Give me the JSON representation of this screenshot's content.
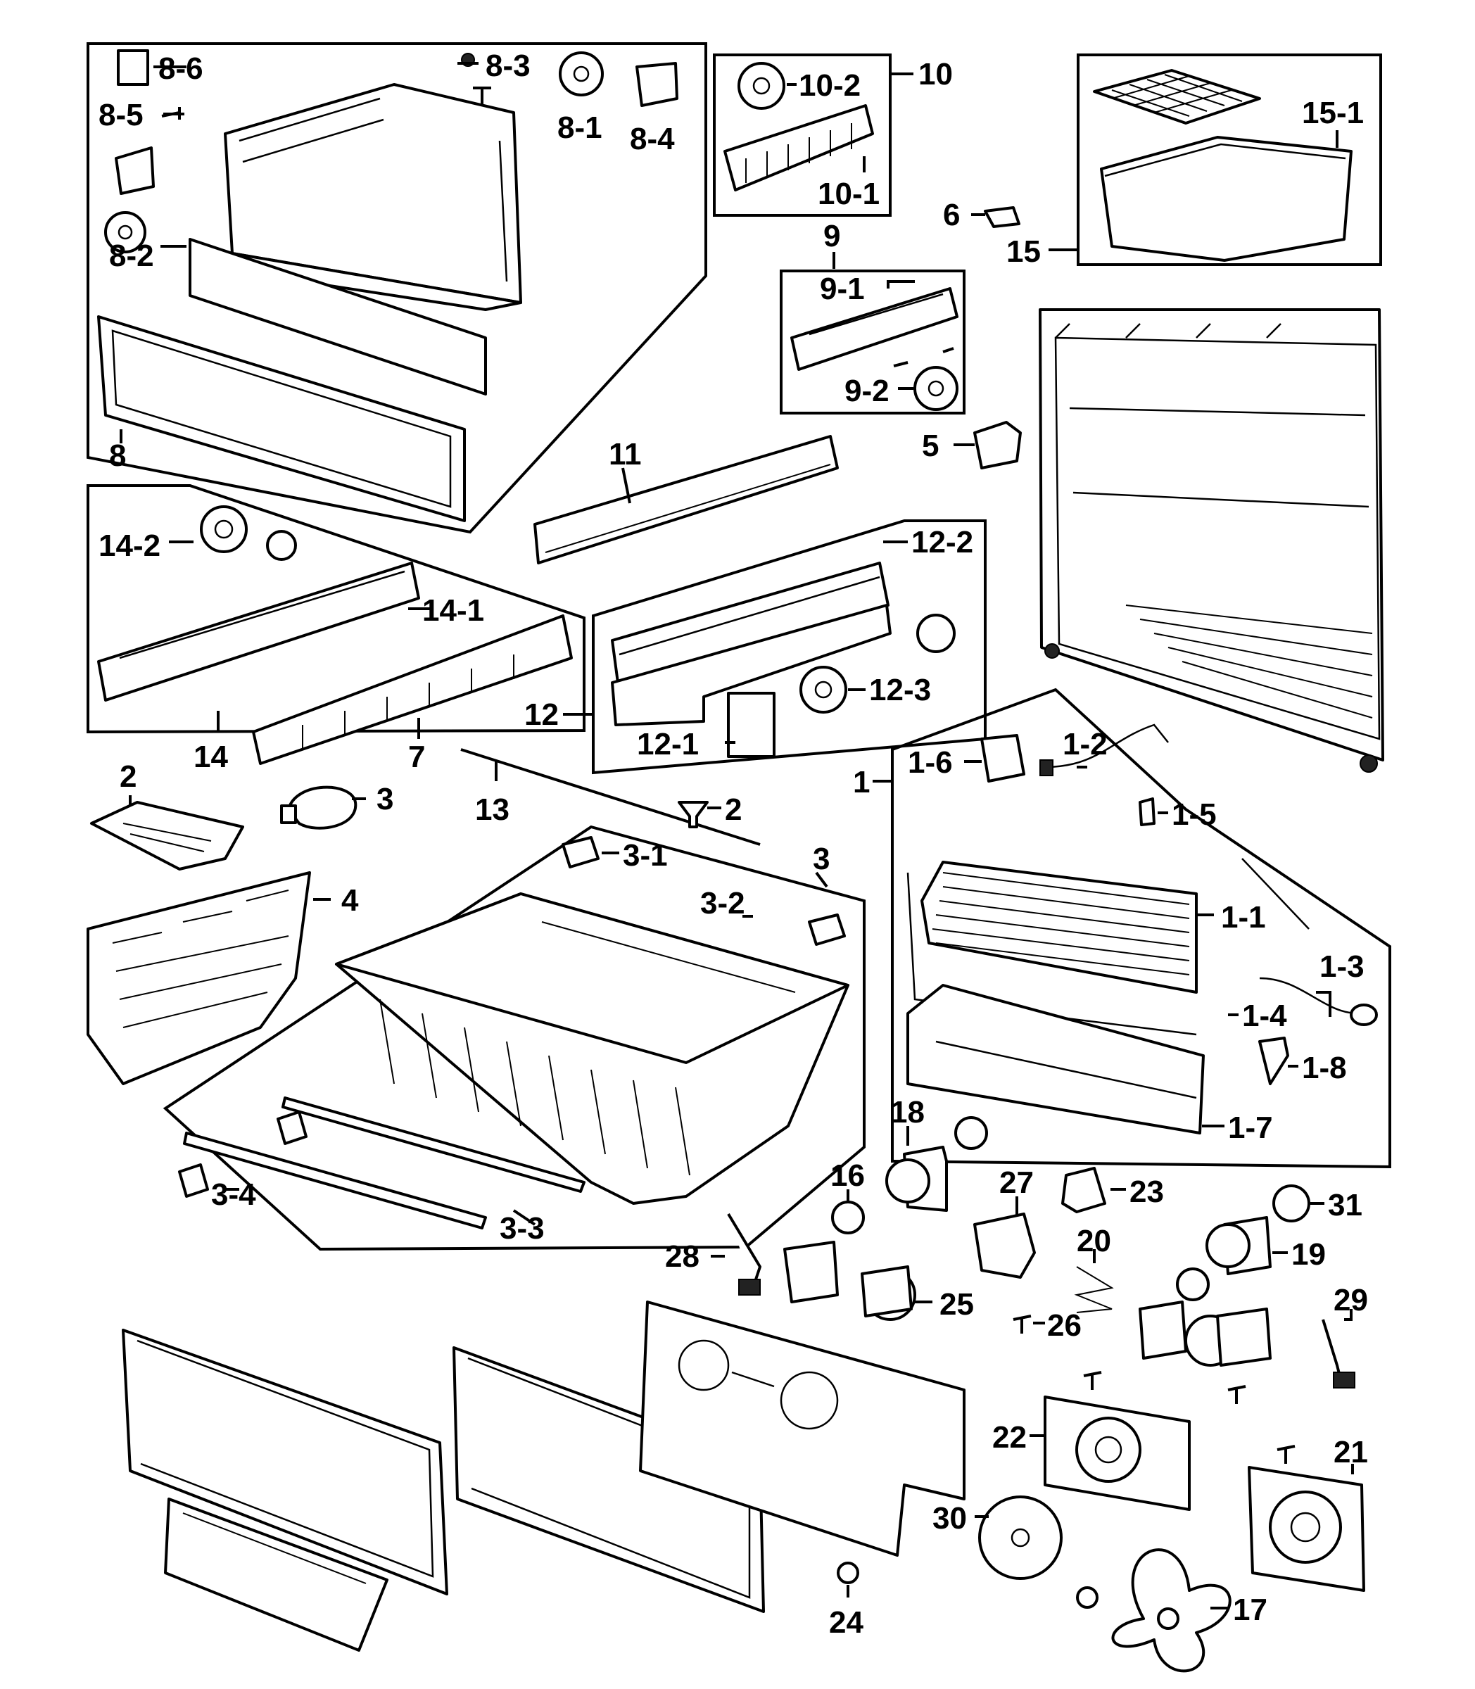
{
  "diagram": {
    "labels": {
      "l1": "1",
      "l1_1": "1-1",
      "l1_2": "1-2",
      "l1_3": "1-3",
      "l1_4": "1-4",
      "l1_5": "1-5",
      "l1_6": "1-6",
      "l1_7": "1-7",
      "l1_8": "1-8",
      "l2a": "2",
      "l2b": "2",
      "l3a": "3",
      "l3b": "3",
      "l3_1": "3-1",
      "l3_2": "3-2",
      "l3_3": "3-3",
      "l3_4": "3-4",
      "l4": "4",
      "l5": "5",
      "l6": "6",
      "l7": "7",
      "l8": "8",
      "l8_1": "8-1",
      "l8_2": "8-2",
      "l8_3": "8-3",
      "l8_4": "8-4",
      "l8_5": "8-5",
      "l8_6": "8-6",
      "l9": "9",
      "l9_1": "9-1",
      "l9_2": "9-2",
      "l10": "10",
      "l10_1": "10-1",
      "l10_2": "10-2",
      "l11": "11",
      "l12": "12",
      "l12_1": "12-1",
      "l12_2": "12-2",
      "l12_3": "12-3",
      "l13": "13",
      "l14": "14",
      "l14_1": "14-1",
      "l14_2": "14-2",
      "l15": "15",
      "l15_1": "15-1",
      "l16": "16",
      "l17": "17",
      "l18": "18",
      "l19": "19",
      "l20": "20",
      "l21": "21",
      "l22": "22",
      "l23": "23",
      "l24": "24",
      "l25": "25",
      "l26": "26",
      "l27": "27",
      "l28": "28",
      "l29": "29",
      "l30": "30",
      "l31": "31"
    }
  }
}
